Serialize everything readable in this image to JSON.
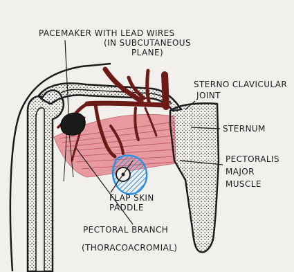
{
  "labels": {
    "pacemaker_line1": "PACEMAKER WITH LEAD WIRES",
    "pacemaker_line2": "(IN SUBCUTANEOUS",
    "pacemaker_line3": "PLANE)",
    "sternoclavicular_line1": "STERNO CLAVICULAR",
    "sternoclavicular_line2": "JOINT",
    "sternum": "STERNUM",
    "pectoralis_line1": "PECTORALIS",
    "pectoralis_line2": "MAJOR",
    "pectoralis_line3": "MUSCLE",
    "flap_line1": "FLAP SKIN",
    "flap_line2": "PADDLE",
    "pectoral_branch_line1": "PECTORAL BRANCH",
    "pectoral_branch_line2": "(THORACOACROMIAL)"
  },
  "colors": {
    "paper": "#f2f0ec",
    "ink": "#1c1c1c",
    "artery": "#6b1a16",
    "muscle": "#e68690",
    "flap": "#2f8fe0",
    "pacemaker": "#1a1a1a"
  }
}
